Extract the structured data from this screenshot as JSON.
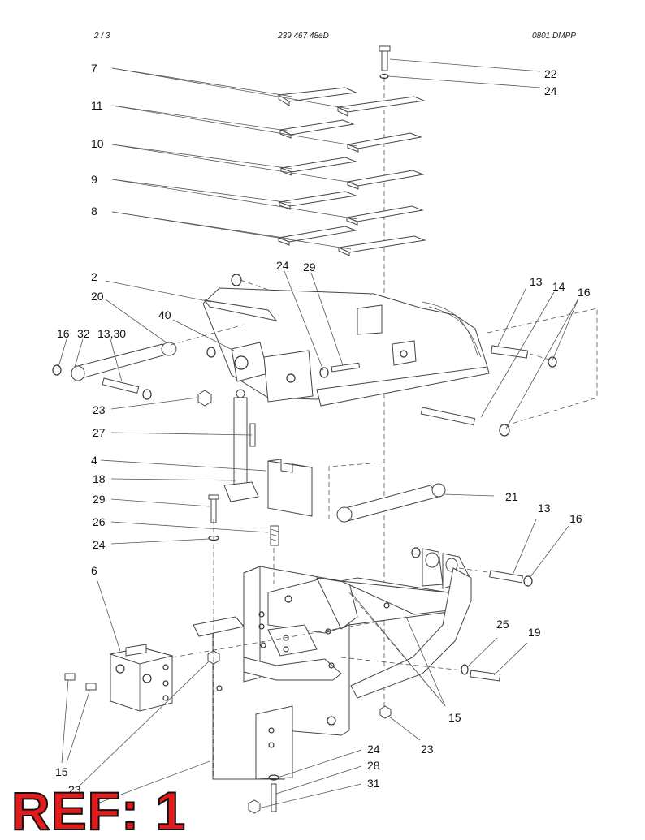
{
  "header": {
    "page": "2 /   3",
    "doc_number": "239 467 48eD",
    "code": "0801 DMPP"
  },
  "labels": {
    "l7": "7",
    "l11": "11",
    "l10": "10",
    "l9": "9",
    "l8": "8",
    "l22": "22",
    "l24a": "24",
    "l2": "2",
    "l24b": "24",
    "l29a": "29",
    "l13a": "13",
    "l14": "14",
    "l16a": "16",
    "l20": "20",
    "l40": "40",
    "l16b": "16",
    "l32": "32",
    "l1330": "13,30",
    "l23a": "23",
    "l27": "27",
    "l4": "4",
    "l18": "18",
    "l29b": "29",
    "l26": "26",
    "l24c": "24",
    "l21": "21",
    "l13b": "13",
    "l16c": "16",
    "l6": "6",
    "l25": "25",
    "l19": "19",
    "l15a": "15",
    "l23b": "23",
    "l24d": "24",
    "l28": "28",
    "l31": "31",
    "l15b": "15",
    "l23c": "23"
  },
  "ref_mark": "REF: 1"
}
